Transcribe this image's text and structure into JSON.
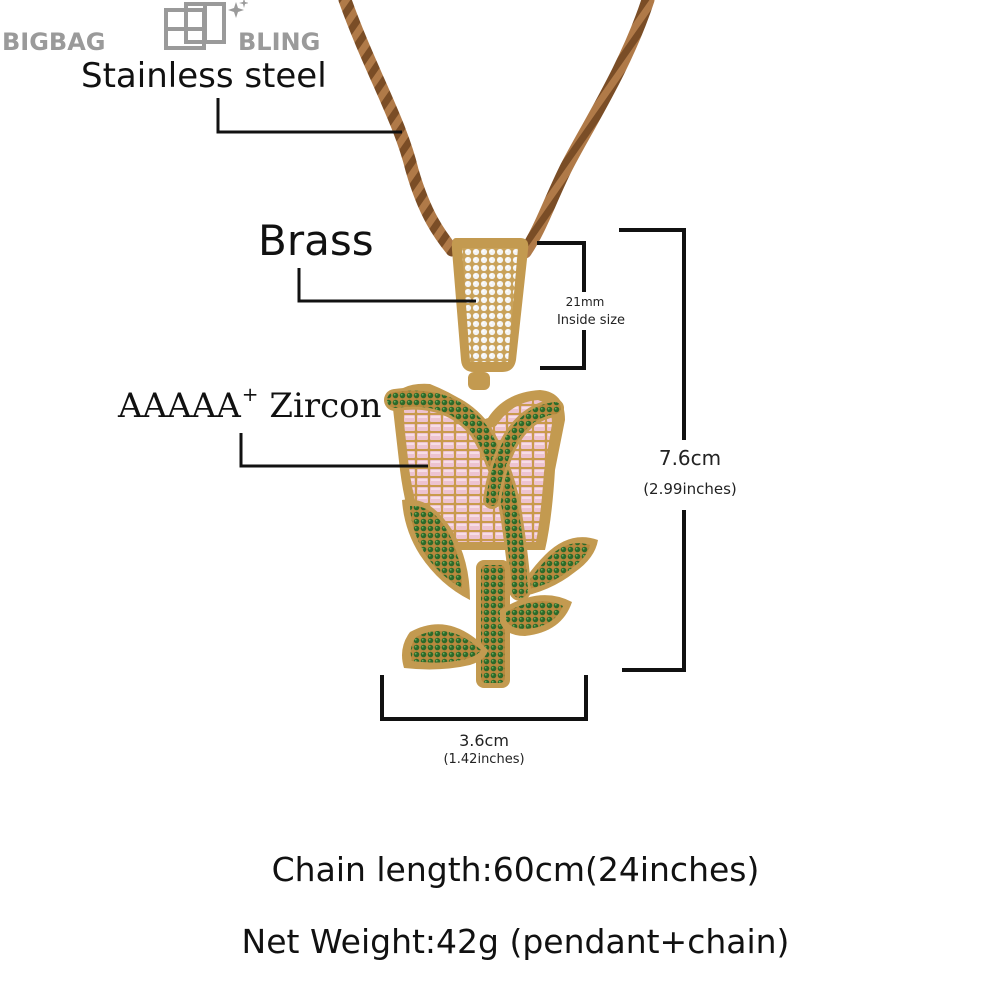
{
  "brand": {
    "left_text": "BIGBAG",
    "right_text": "BLING",
    "logo_color": "#9a9a9a"
  },
  "callouts": {
    "chain_material": "Stainless steel",
    "bail_material": "Brass",
    "stone_grade": "AAAAA",
    "stone_plus": "+",
    "stone_name": "Zircon"
  },
  "dimensions": {
    "bail_size": "21mm",
    "bail_note": "Inside size",
    "height_metric": "7.6cm",
    "height_imperial": "(2.99inches)",
    "width_metric": "3.6cm",
    "width_imperial": "(1.42inches)"
  },
  "specs": {
    "chain_length": "Chain length:60cm(24inches)",
    "net_weight": "Net Weight:42g (pendant+chain)"
  },
  "colors": {
    "gold": "#b8893e",
    "chain": "#8a5a2e",
    "pink_stone": "#e8b9c8",
    "green_stone": "#2f6b2a",
    "leader_line": "#111111"
  },
  "icons": [
    "logo-mark-icon",
    "rose-pendant-icon",
    "rope-chain-icon"
  ]
}
